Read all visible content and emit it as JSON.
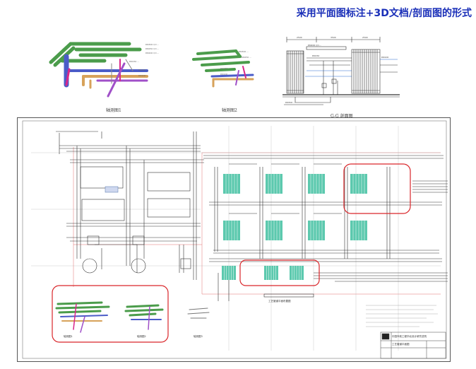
{
  "title": "采用平面图标注+3D文档/剖面图的形式",
  "top_panels": {
    "iso1_caption": "轴测图1",
    "iso2_caption": "轴测图2",
    "section_caption": "G-G 剖面图"
  },
  "drawing": {
    "plan_caption": "工艺管道平面布置图",
    "mini_iso_captions": [
      "轴测图1",
      "轴测图2",
      "轴测图3"
    ],
    "title_block": {
      "company": "中国市政工程华北设计研究总院",
      "project": "工艺管道平面图",
      "drawing_no": ""
    }
  },
  "colors": {
    "title": "#1a2fb8",
    "highlight": "#d9262a",
    "pipe_green": "#4b9c4b",
    "pipe_blue": "#4b5cc8",
    "pipe_purple": "#a050c8",
    "pipe_orange": "#d7a25a",
    "cooler_fill": "#3fbfa0"
  }
}
